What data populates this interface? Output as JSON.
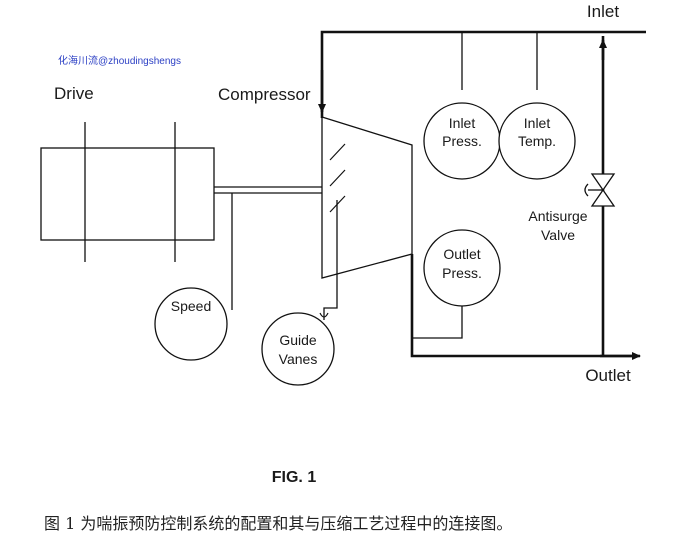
{
  "watermark": "化海川流@zhoudingshengs",
  "labels": {
    "drive": "Drive",
    "compressor": "Compressor",
    "inlet": "Inlet",
    "outlet": "Outlet",
    "inlet_press_1": "Inlet",
    "inlet_press_2": "Press.",
    "inlet_temp_1": "Inlet",
    "inlet_temp_2": "Temp.",
    "outlet_press_1": "Outlet",
    "outlet_press_2": "Press.",
    "antisurge_1": "Antisurge",
    "antisurge_2": "Valve",
    "speed": "Speed",
    "guide_vanes_1": "Guide",
    "guide_vanes_2": "Vanes",
    "figure": "FIG. 1"
  },
  "caption": "图 1 为喘振预防控制系统的配置和其与压缩工艺过程中的连接图。"
}
